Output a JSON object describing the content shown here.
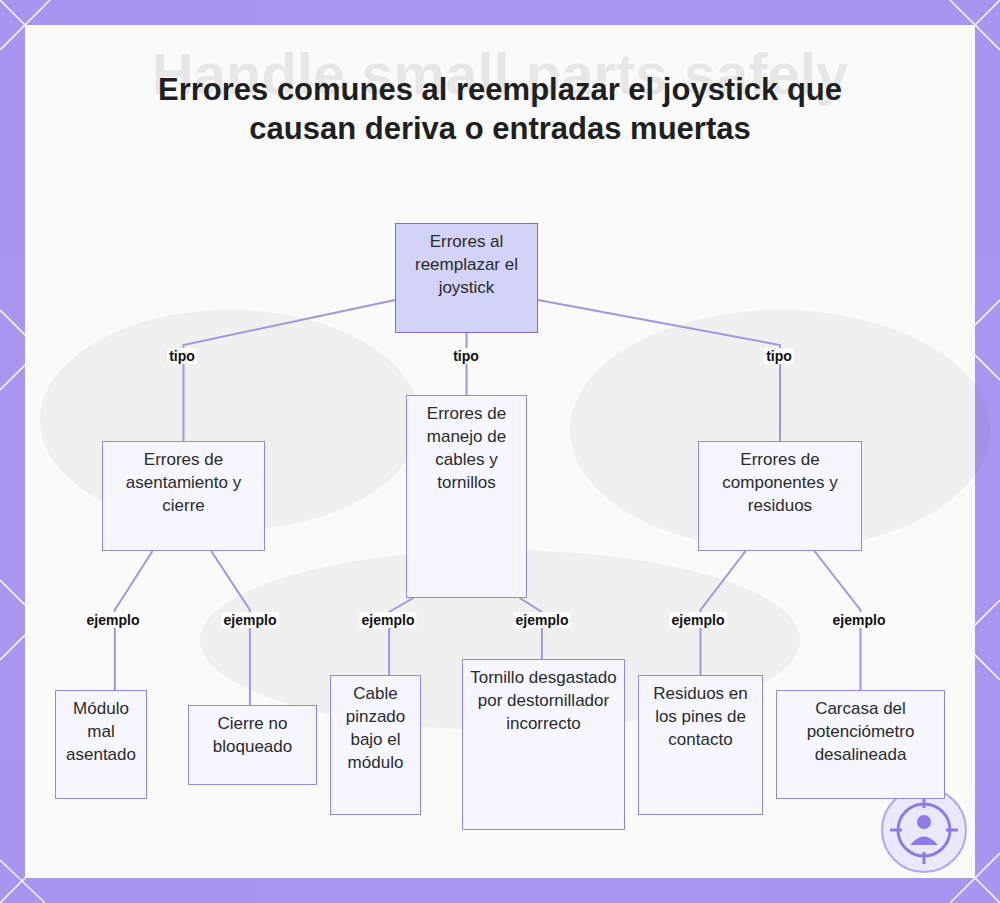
{
  "diagram": {
    "title": "Errores comunes al reemplazar el joystick que causan deriva o entradas muertas",
    "nodes": [
      {
        "text": [
          "Errores al reemplazar el joystick"
        ]
      },
      {
        "text": [
          "Errores de asentamiento y cierre"
        ]
      },
      {
        "text": [
          "Errores de manejo de cables y tornillos"
        ]
      },
      {
        "text": [
          "Errores de componentes y residuos"
        ]
      },
      {
        "text": [
          "Módulo mal asentado"
        ]
      },
      {
        "text": [
          "Cierre no bloqueado"
        ]
      },
      {
        "text": [
          "Cable pinzado bajo el módulo"
        ]
      },
      {
        "text": [
          "Tornillo desgastado por destornillador incorrecto"
        ]
      },
      {
        "text": [
          "Residuos en los pines de contacto"
        ]
      },
      {
        "text": [
          "Carcasa del potenciómetro desalineada"
        ]
      }
    ],
    "edges": [
      {
        "from": 0,
        "to": 1,
        "label": "tipo",
        "arrow": "none"
      },
      {
        "from": 0,
        "to": 2,
        "label": "tipo",
        "arrow": "none"
      },
      {
        "from": 0,
        "to": 3,
        "label": "tipo",
        "arrow": "none"
      },
      {
        "from": 1,
        "to": 4,
        "label": "ejemplo",
        "arrow": "none"
      },
      {
        "from": 1,
        "to": 5,
        "label": "ejemplo",
        "arrow": "none"
      },
      {
        "from": 2,
        "to": 6,
        "label": "ejemplo",
        "arrow": "none"
      },
      {
        "from": 2,
        "to": 7,
        "label": "ejemplo",
        "arrow": "none"
      },
      {
        "from": 3,
        "to": 8,
        "label": "ejemplo",
        "arrow": "none"
      },
      {
        "from": 3,
        "to": 9,
        "label": "ejemplo",
        "arrow": "none"
      }
    ],
    "labels": [
      "Handle small parts safely"
    ]
  }
}
